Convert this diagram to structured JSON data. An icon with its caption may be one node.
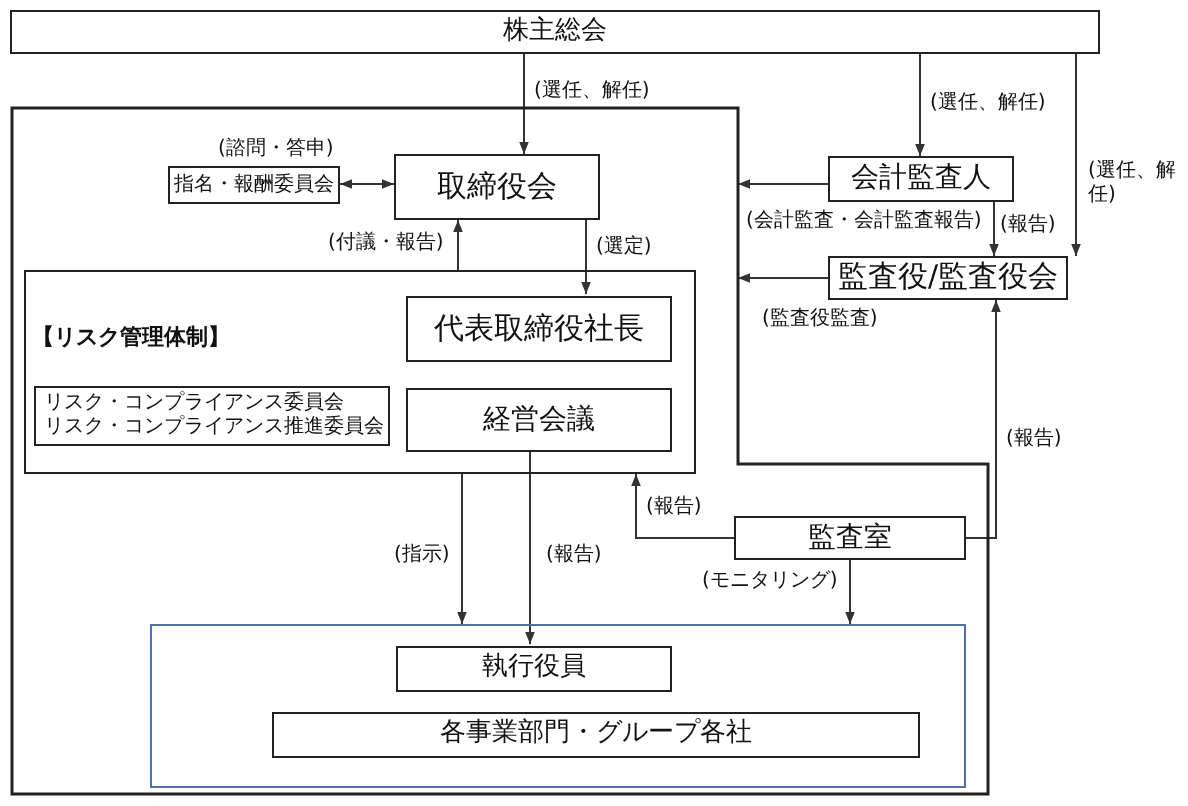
{
  "diagram": {
    "nodes": [
      {
        "text": [
          "株主総会"
        ]
      },
      {
        "text": [],
        "shape": "box"
      },
      {
        "text": [
          "指名・報酬委員会"
        ],
        "beside": [
          "(諮問・答申)"
        ],
        "in": 1
      },
      {
        "text": [
          "取締役会"
        ],
        "in": 1
      },
      {
        "text": [
          "【リスク管理体制】"
        ],
        "in": 1
      },
      {
        "text": [
          "リスク・コンプライアンス委員会",
          "リスク・コンプライアンス推進委員会"
        ],
        "in": 4
      },
      {
        "text": [
          "代表取締役社長"
        ],
        "in": 4
      },
      {
        "text": [
          "経営会議"
        ],
        "in": 4
      },
      {
        "text": [
          "会計監査人"
        ]
      },
      {
        "text": [
          "監査役/監査役会"
        ]
      },
      {
        "text": [
          "監査室"
        ],
        "in": 1
      },
      {
        "text": [],
        "shape": "box",
        "in": 1
      },
      {
        "text": [
          "執行役員"
        ],
        "in": 11
      },
      {
        "text": [
          "各事業部門・グループ各社"
        ],
        "in": 11
      }
    ],
    "edges": [
      {
        "from": 0,
        "to": 3,
        "arrow": "to",
        "label": "(選任、解任)"
      },
      {
        "from": 0,
        "to": 8,
        "arrow": "to",
        "label": "(選任、解任)"
      },
      {
        "from": 0,
        "to": 9,
        "arrow": "to",
        "label": "(選任、解任)"
      },
      {
        "from": 2,
        "to": 3,
        "arrow": "both"
      },
      {
        "from": 4,
        "to": 3,
        "arrow": "to",
        "label": "(付議・報告)"
      },
      {
        "from": 3,
        "to": 6,
        "arrow": "to",
        "label": "(選定)"
      },
      {
        "from": 8,
        "to": 1,
        "arrow": "to",
        "label": "(会計監査・会計監査報告)"
      },
      {
        "from": 8,
        "to": 9,
        "arrow": "to",
        "label": "(報告)"
      },
      {
        "from": 9,
        "to": 1,
        "arrow": "to",
        "label": "(監査役監査)"
      },
      {
        "from": 10,
        "to": 9,
        "arrow": "to",
        "label": "(報告)"
      },
      {
        "from": 10,
        "to": 4,
        "arrow": "to",
        "label": "(報告)"
      },
      {
        "from": 10,
        "to": 11,
        "arrow": "to",
        "label": "(モニタリング)"
      },
      {
        "from": 4,
        "to": 11,
        "arrow": "to",
        "label": "(指示)"
      },
      {
        "from": 7,
        "to": 12,
        "arrow": "to",
        "label": "(報告)"
      }
    ]
  }
}
